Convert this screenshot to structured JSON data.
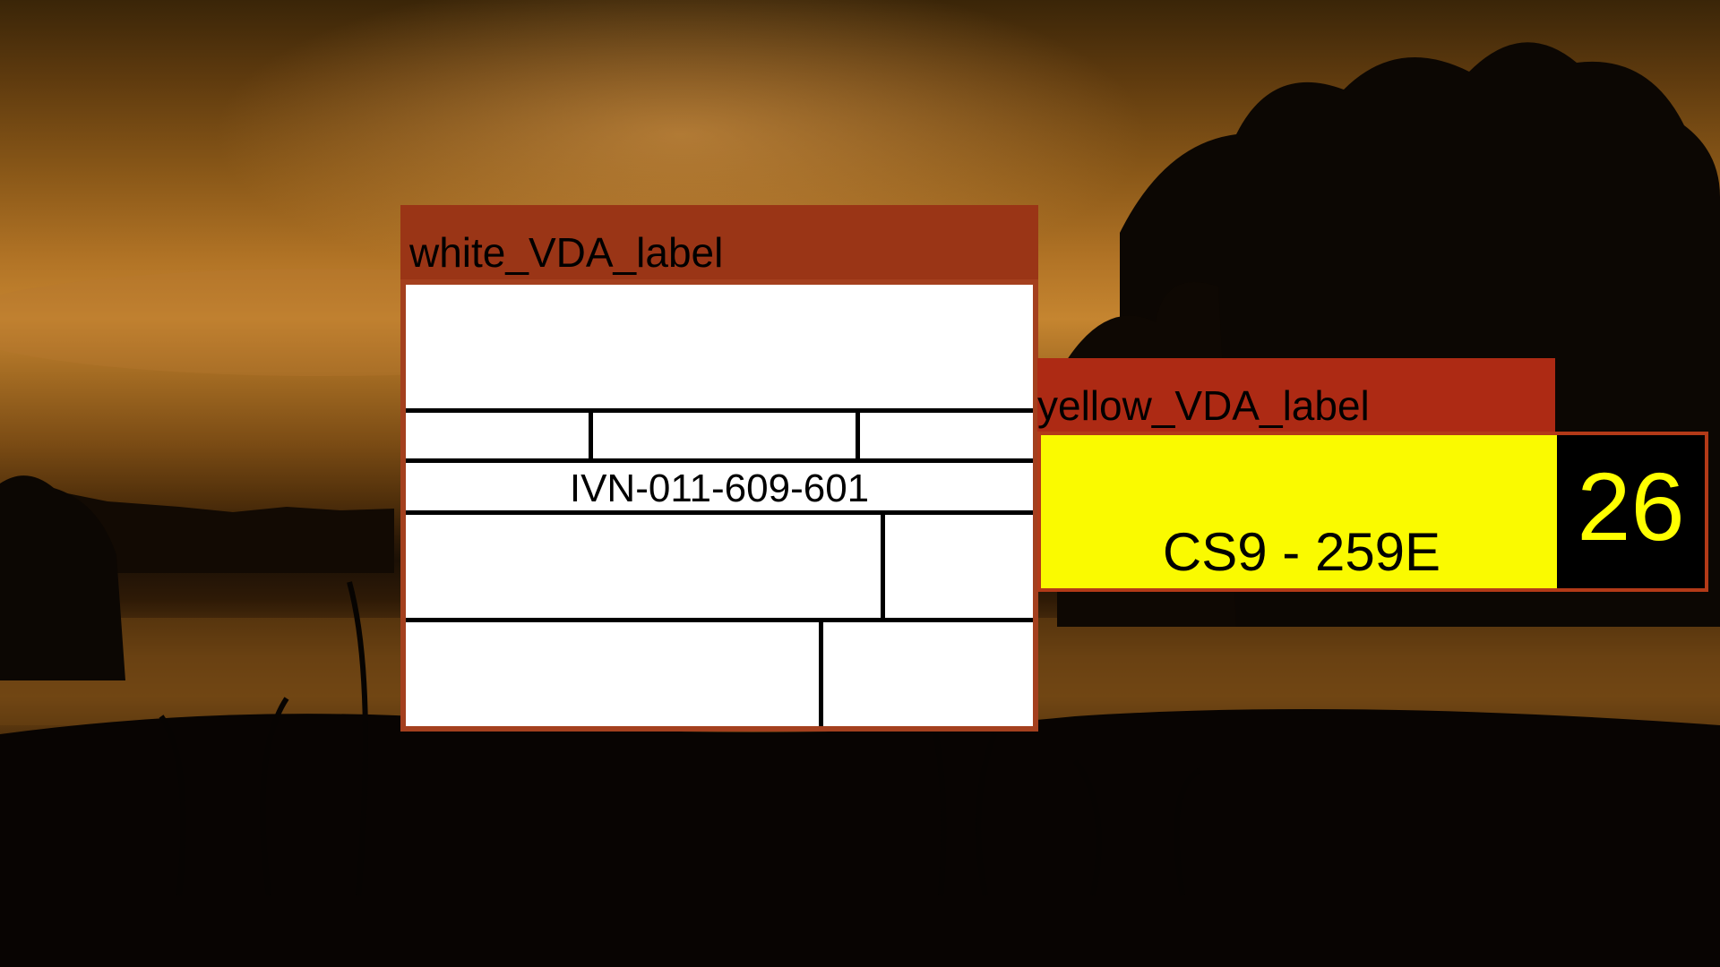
{
  "background": {
    "scene": "sunset-lake-landscape",
    "colors": {
      "sky_glow": "#c58530",
      "sky_dark": "#3a2508",
      "water_glow": "#7a4c16",
      "silhouette": "#0a0602"
    }
  },
  "white_label": {
    "title": "white_VDA_label",
    "fields": {
      "part_number": "IVN-011-609-601"
    },
    "colors": {
      "header": "#9a3516",
      "border": "#a4401e",
      "body": "#ffffff"
    }
  },
  "yellow_label": {
    "title": "yellow_VDA_label",
    "code": "CS9 - 259E",
    "number": "26",
    "colors": {
      "header": "#ad2a14",
      "border": "#b33a18",
      "body": "#fafa00",
      "number_box": "#000000",
      "number_text": "#ffff00"
    }
  }
}
